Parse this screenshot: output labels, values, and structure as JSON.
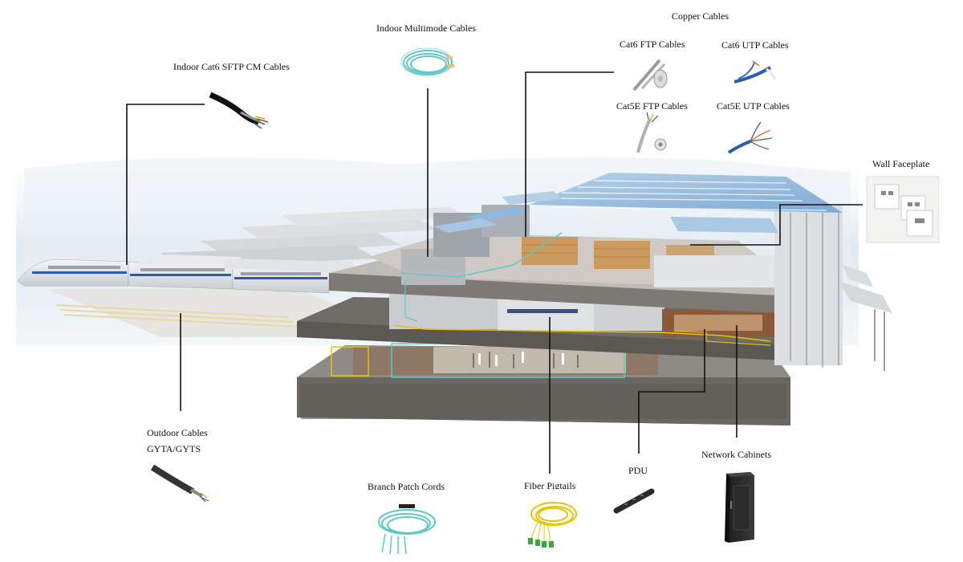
{
  "labels": {
    "indoor_cat6_sftp": "Indoor Cat6 SFTP CM Cables",
    "indoor_multimode": "Indoor Multimode Cables",
    "copper_cables": "Copper Cables",
    "cat6_ftp": "Cat6 FTP Cables",
    "cat6_utp": "Cat6 UTP Cables",
    "cat5e_ftp": "Cat5E FTP Cables",
    "cat5e_utp": "Cat5E UTP Cables",
    "wall_faceplate": "Wall Faceplate",
    "outdoor_cables_line1": "Outdoor Cables",
    "outdoor_cables_line2": "GYTA/GYTS",
    "branch_patch_cords": "Branch Patch Cords",
    "fiber_pigtails": "Fiber Pigtails",
    "pdu": "PDU",
    "network_cabinets": "Network Cabinets"
  },
  "colors": {
    "leader_line": "#111111",
    "aqua_fiber": "#5ec8c8",
    "yellow_fiber": "#e8c400",
    "roof_blue": "#8fb8dd",
    "concrete": "#6e6a66",
    "floor_grey": "#9a9792",
    "sky": "#e4edf3"
  },
  "icons": [
    "sftp-cable-icon",
    "multimode-cable-icon",
    "ftp-cable-icon",
    "utp-cable-icon",
    "cat5e-ftp-cable-icon",
    "cat5e-utp-cable-icon",
    "faceplate-icon",
    "outdoor-cable-icon",
    "branch-patch-cord-icon",
    "fiber-pigtail-icon",
    "pdu-icon",
    "network-cabinet-icon"
  ]
}
